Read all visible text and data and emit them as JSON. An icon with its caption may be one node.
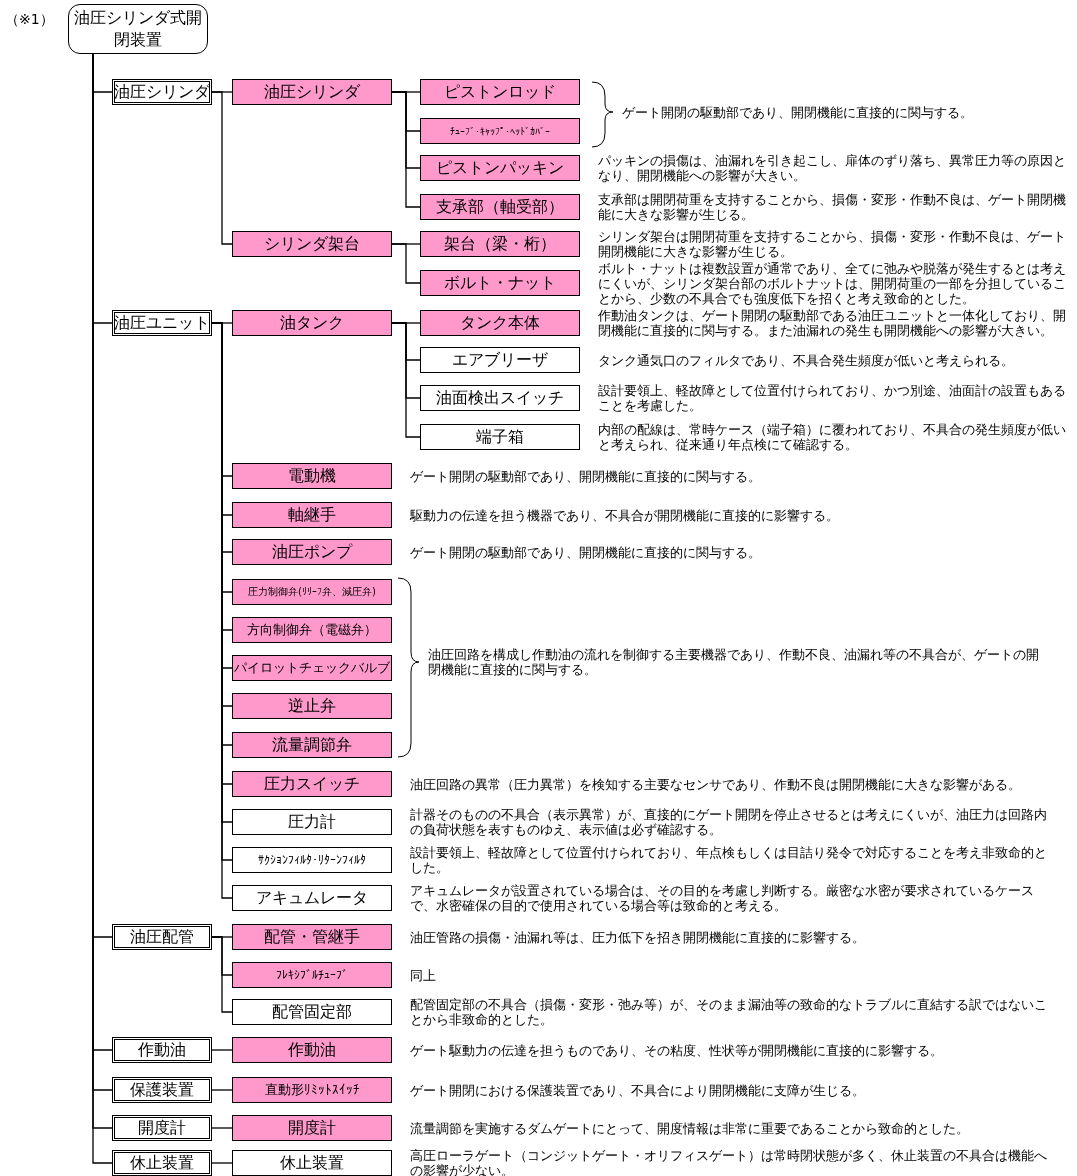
{
  "diagram": {
    "nodes": [
      {
        "text": [
          "油圧シリンダ式開閉装置"
        ],
        "beside": [
          "（※1）"
        ]
      },
      {
        "text": [
          "油圧シリンダ"
        ]
      },
      {
        "text": [
          "油圧シリンダ"
        ]
      },
      {
        "text": [
          "ピストンロッド"
        ]
      },
      {
        "text": [
          "ﾁｭｰﾌﾞ･ｷｬｯﾌﾟ･ﾍｯﾄﾞｶﾊﾞｰ"
        ]
      },
      {
        "text": [
          "ピストンパッキン"
        ],
        "beside": [
          "パッキンの損傷は、油漏れを引き起こし、扉体のずり落ち、異常圧力等の原因となり、開閉機能への影響が大きい。"
        ]
      },
      {
        "text": [
          "支承部（軸受部）"
        ],
        "beside": [
          "支承部は開閉荷重を支持することから、損傷・変形・作動不良は、ゲート開閉機能に大きな影響が生じる。"
        ]
      },
      {
        "text": [
          "シリンダ架台"
        ]
      },
      {
        "text": [
          "架台（梁・桁）"
        ],
        "beside": [
          "シリンダ架台は開閉荷重を支持することから、損傷・変形・作動不良は、ゲート開閉機能に大きな影響が生じる。"
        ]
      },
      {
        "text": [
          "ボルト・ナット"
        ],
        "beside": [
          "ボルト・ナットは複数設置が通常であり、全てに弛みや脱落が発生するとは考えにくいが、シリンダ架台部のボルトナットは、開閉荷重の一部を分担していることから、少数の不具合でも強度低下を招くと考え致命的とした。"
        ]
      },
      {
        "text": [
          "油圧ユニット"
        ]
      },
      {
        "text": [
          "油タンク"
        ]
      },
      {
        "text": [
          "タンク本体"
        ],
        "beside": [
          "作動油タンクは、ゲート開閉の駆動部である油圧ユニットと一体化しており、開閉機能に直接的に関与する。また油漏れの発生も開閉機能への影響が大きい。"
        ]
      },
      {
        "text": [
          "エアブリーザ"
        ],
        "beside": [
          "タンク通気口のフィルタであり、不具合発生頻度が低いと考えられる。"
        ]
      },
      {
        "text": [
          "油面検出スイッチ"
        ],
        "beside": [
          "設計要領上、軽故障として位置付けられており、かつ別途、油面計の設置もあることを考慮した。"
        ]
      },
      {
        "text": [
          "端子箱"
        ],
        "beside": [
          "内部の配線は、常時ケース（端子箱）に覆われており、不具合の発生頻度が低いと考えられ、従来通り年点検にて確認する。"
        ]
      },
      {
        "text": [
          "電動機"
        ],
        "beside": [
          "ゲート開閉の駆動部であり、開閉機能に直接的に関与する。"
        ]
      },
      {
        "text": [
          "軸継手"
        ],
        "beside": [
          "駆動力の伝達を担う機器であり、不具合が開閉機能に直接的に影響する。"
        ]
      },
      {
        "text": [
          "油圧ポンプ"
        ],
        "beside": [
          "ゲート開閉の駆動部であり、開閉機能に直接的に関与する。"
        ]
      },
      {
        "text": [
          "圧力制御弁(ﾘﾘｰﾌ弁、減圧弁)"
        ]
      },
      {
        "text": [
          "方向制御弁（電磁弁）"
        ]
      },
      {
        "text": [
          "パイロットチェックバルブ"
        ]
      },
      {
        "text": [
          "逆止弁"
        ]
      },
      {
        "text": [
          "流量調節弁"
        ]
      },
      {
        "text": [
          "圧力スイッチ"
        ],
        "beside": [
          "油圧回路の異常（圧力異常）を検知する主要なセンサであり、作動不良は開閉機能に大きな影響がある。"
        ]
      },
      {
        "text": [
          "圧力計"
        ],
        "beside": [
          "計器そのものの不具合（表示異常）が、直接的にゲート開閉を停止させるとは考えにくいが、油圧力は回路内の負荷状態を表すものゆえ、表示値は必ず確認する。"
        ]
      },
      {
        "text": [
          "ｻｸｼｮﾝﾌｨﾙﾀ･ﾘﾀｰﾝﾌｨﾙﾀ"
        ],
        "beside": [
          "設計要領上、軽故障として位置付けられており、年点検もしくは目詰り発令で対応することを考え非致命的とした。"
        ]
      },
      {
        "text": [
          "アキュムレータ"
        ],
        "beside": [
          "アキュムレータが設置されている場合は、その目的を考慮し判断する。厳密な水密が要求されているケースで、水密確保の目的で使用されている場合等は致命的と考える。"
        ]
      },
      {
        "text": [
          "油圧配管"
        ]
      },
      {
        "text": [
          "配管・管継手"
        ],
        "beside": [
          "油圧管路の損傷・油漏れ等は、圧力低下を招き開閉機能に直接的に影響する。"
        ]
      },
      {
        "text": [
          "ﾌﾚｷｼﾌﾞﾙﾁｭｰﾌﾞ"
        ],
        "beside": [
          "同上"
        ]
      },
      {
        "text": [
          "配管固定部"
        ],
        "beside": [
          "配管固定部の不具合（損傷・変形・弛み等）が、そのまま漏油等の致命的なトラブルに直結する訳ではないことから非致命的とした。"
        ]
      },
      {
        "text": [
          "作動油"
        ]
      },
      {
        "text": [
          "作動油"
        ],
        "beside": [
          "ゲート駆動力の伝達を担うものであり、その粘度、性状等が開閉機能に直接的に影響する。"
        ]
      },
      {
        "text": [
          "保護装置"
        ]
      },
      {
        "text": [
          "直動形ﾘﾐｯﾄｽｲｯﾁ"
        ],
        "beside": [
          "ゲート開閉における保護装置であり、不具合により開閉機能に支障が生じる。"
        ]
      },
      {
        "text": [
          "開度計"
        ]
      },
      {
        "text": [
          "開度計"
        ],
        "beside": [
          "流量調節を実施するダムゲートにとって、開度情報は非常に重要であることから致命的とした。"
        ]
      },
      {
        "text": [
          "休止装置"
        ]
      },
      {
        "text": [
          "休止装置"
        ],
        "beside": [
          "高圧ローラゲート（コンジットゲート・オリフィスゲート）は常時閉状態が多く、休止装置の不具合は機能への影響が少ない。"
        ]
      }
    ],
    "edges": [
      {
        "from": 0,
        "to": 1,
        "arrow": "none"
      },
      {
        "from": 0,
        "to": 10,
        "arrow": "none"
      },
      {
        "from": 0,
        "to": 28,
        "arrow": "none"
      },
      {
        "from": 0,
        "to": 32,
        "arrow": "none"
      },
      {
        "from": 0,
        "to": 34,
        "arrow": "none"
      },
      {
        "from": 0,
        "to": 36,
        "arrow": "none"
      },
      {
        "from": 0,
        "to": 38,
        "arrow": "none"
      },
      {
        "from": 1,
        "to": 2,
        "arrow": "none"
      },
      {
        "from": 1,
        "to": 7,
        "arrow": "none"
      },
      {
        "from": 2,
        "to": 3,
        "arrow": "none"
      },
      {
        "from": 2,
        "to": 4,
        "arrow": "none"
      },
      {
        "from": 2,
        "to": 5,
        "arrow": "none"
      },
      {
        "from": 2,
        "to": 6,
        "arrow": "none"
      },
      {
        "from": 7,
        "to": 8,
        "arrow": "none"
      },
      {
        "from": 7,
        "to": 9,
        "arrow": "none"
      },
      {
        "from": 10,
        "to": 11,
        "arrow": "none"
      },
      {
        "from": 10,
        "to": 16,
        "arrow": "none"
      },
      {
        "from": 10,
        "to": 17,
        "arrow": "none"
      },
      {
        "from": 10,
        "to": 18,
        "arrow": "none"
      },
      {
        "from": 10,
        "to": 19,
        "arrow": "none"
      },
      {
        "from": 10,
        "to": 20,
        "arrow": "none"
      },
      {
        "from": 10,
        "to": 21,
        "arrow": "none"
      },
      {
        "from": 10,
        "to": 22,
        "arrow": "none"
      },
      {
        "from": 10,
        "to": 23,
        "arrow": "none"
      },
      {
        "from": 10,
        "to": 24,
        "arrow": "none"
      },
      {
        "from": 10,
        "to": 25,
        "arrow": "none"
      },
      {
        "from": 10,
        "to": 26,
        "arrow": "none"
      },
      {
        "from": 10,
        "to": 27,
        "arrow": "none"
      },
      {
        "from": 11,
        "to": 12,
        "arrow": "none"
      },
      {
        "from": 11,
        "to": 13,
        "arrow": "none"
      },
      {
        "from": 11,
        "to": 14,
        "arrow": "none"
      },
      {
        "from": 11,
        "to": 15,
        "arrow": "none"
      },
      {
        "from": 28,
        "to": 29,
        "arrow": "none"
      },
      {
        "from": 28,
        "to": 30,
        "arrow": "none"
      },
      {
        "from": 28,
        "to": 31,
        "arrow": "none"
      },
      {
        "from": 32,
        "to": 33,
        "arrow": "none"
      },
      {
        "from": 34,
        "to": 35,
        "arrow": "none"
      },
      {
        "from": 36,
        "to": 37,
        "arrow": "none"
      },
      {
        "from": 38,
        "to": 39,
        "arrow": "none"
      }
    ],
    "labels": [
      "ゲート開閉の駆動部であり、開閉機能に直接的に関与する。",
      "油圧回路を構成し作動油の流れを制御する主要機器であり、作動不良、油漏れ等の不具合が、ゲートの開閉機能に直接的に関与する。"
    ]
  }
}
